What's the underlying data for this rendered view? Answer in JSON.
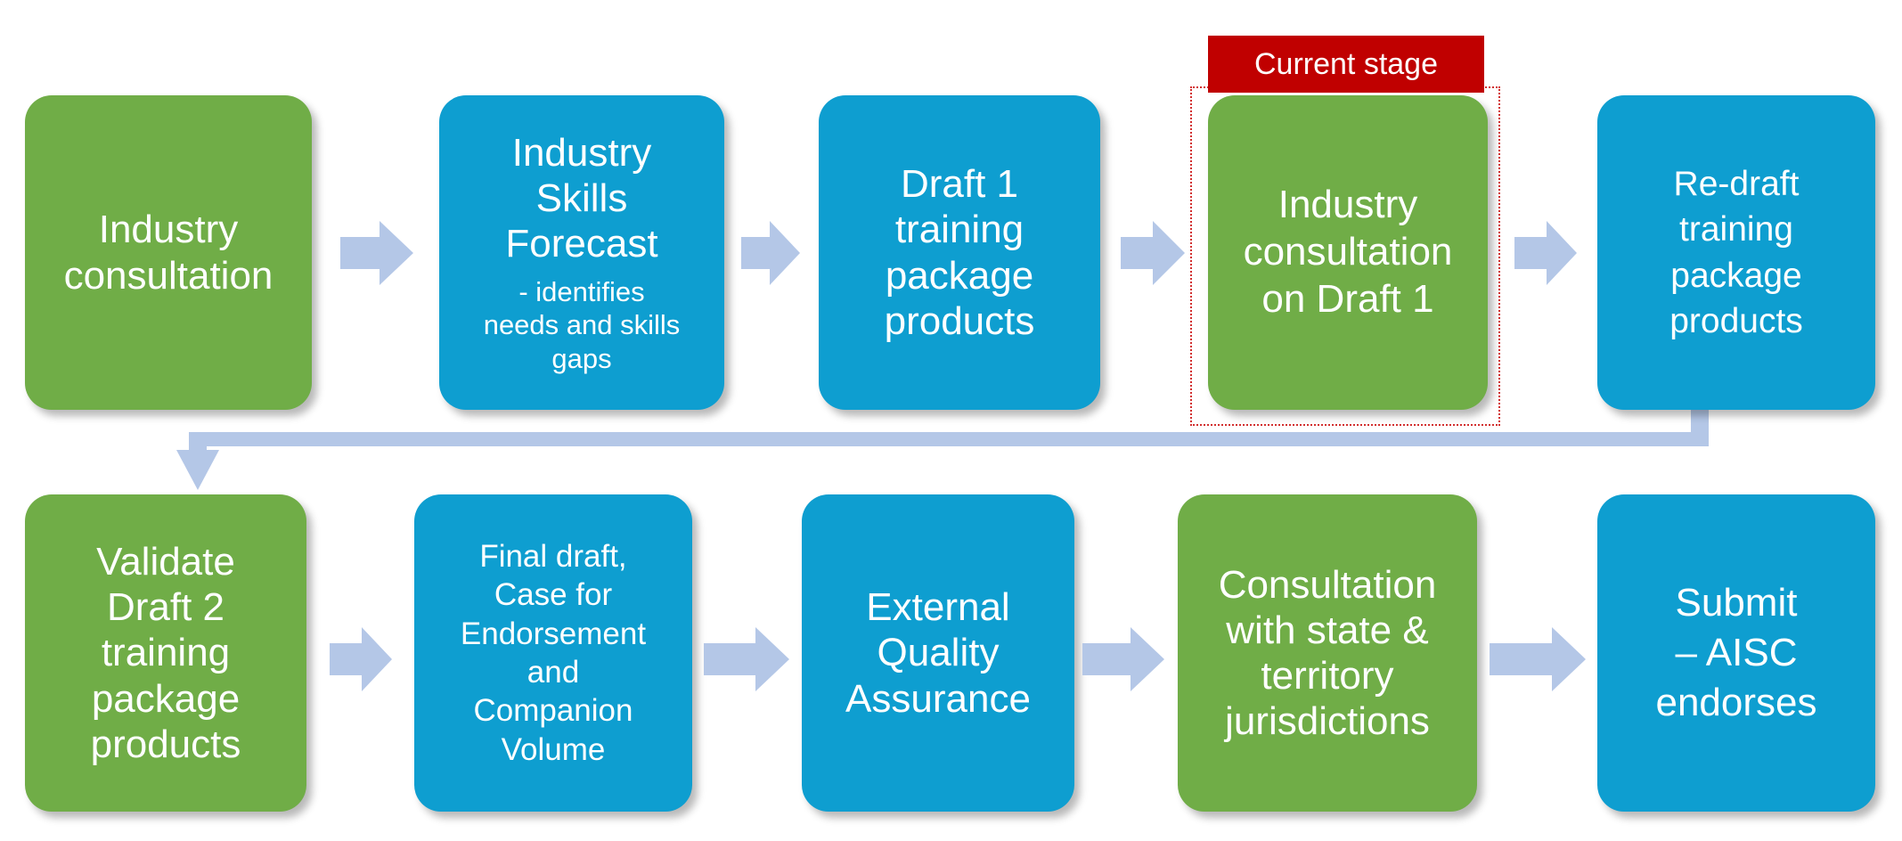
{
  "badge": {
    "label": "Current stage",
    "color": "#c00000"
  },
  "colors": {
    "green": "#70ad47",
    "blue": "#0e9ed0",
    "arrow": "#b4c7e7"
  },
  "row1": [
    {
      "label": "Industry\nconsultation",
      "color": "green"
    },
    {
      "label": "Industry\nSkills\nForecast",
      "sub": "- identifies\nneeds and skills\ngaps",
      "color": "blue"
    },
    {
      "label": "Draft 1\ntraining\npackage\nproducts",
      "color": "blue"
    },
    {
      "label": "Industry\nconsultation\non Draft 1",
      "color": "green",
      "current": true
    },
    {
      "label": "Re-draft\ntraining\npackage\nproducts",
      "color": "blue"
    }
  ],
  "row2": [
    {
      "label": "Validate\nDraft 2\ntraining\npackage\nproducts",
      "color": "green"
    },
    {
      "label": "Final draft,\nCase for\nEndorsement\nand\nCompanion\nVolume",
      "color": "blue"
    },
    {
      "label": "External\nQuality\nAssurance",
      "color": "blue"
    },
    {
      "label": "Consultation\nwith state &\nterritory\njurisdictions",
      "color": "green"
    },
    {
      "label": "Submit\n– AISC\nendorses",
      "color": "blue"
    }
  ]
}
